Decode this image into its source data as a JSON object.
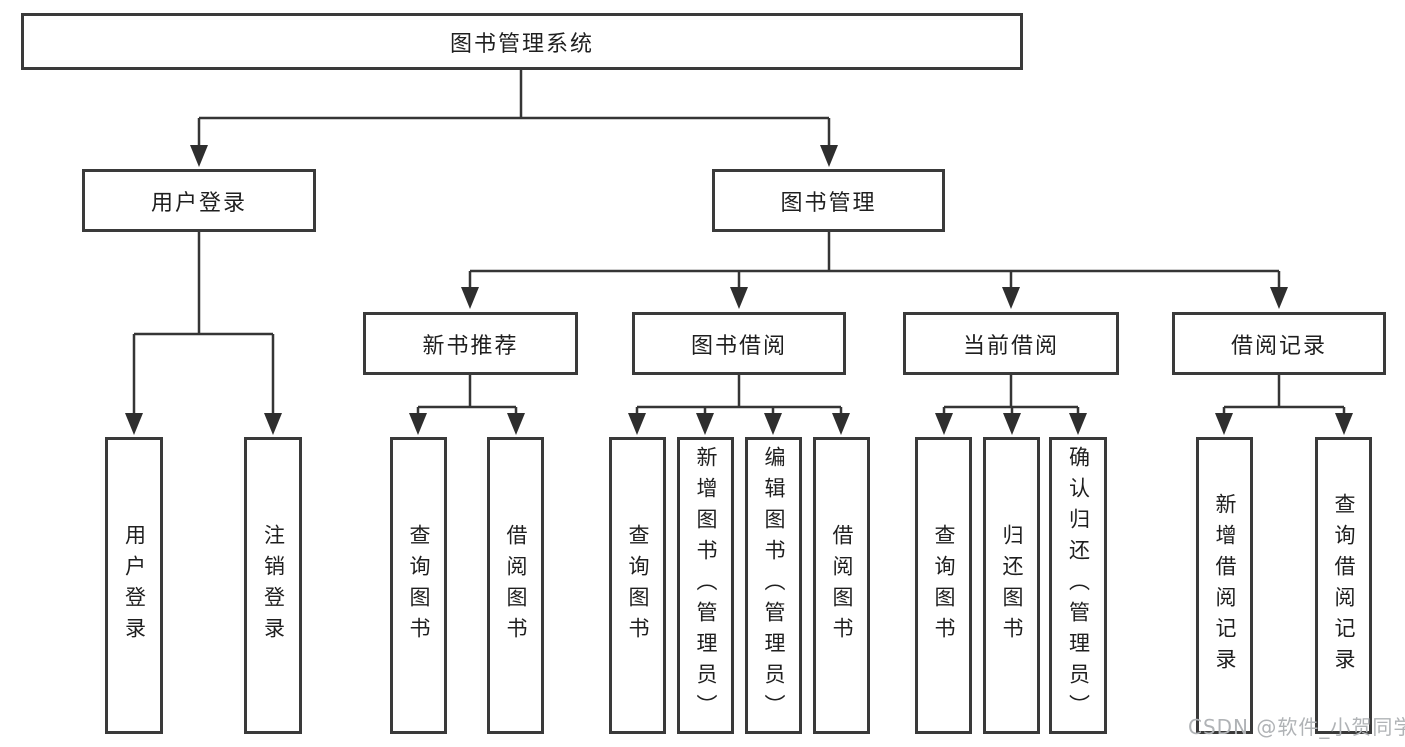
{
  "watermark": "CSDN @软件_小贺同学",
  "colors": {
    "border": "#3a3a3a",
    "line": "#353535",
    "arrow": "#2e2e2e",
    "text": "#1f1f1f",
    "watermark": "#b0b3b6",
    "background": "#ffffff"
  },
  "nodes": {
    "root": {
      "label": "图书管理系统"
    },
    "level2": [
      {
        "label": "用户登录",
        "parent": "图书管理系统"
      },
      {
        "label": "图书管理",
        "parent": "图书管理系统"
      }
    ],
    "level3": [
      {
        "label": "新书推荐",
        "parent": "图书管理"
      },
      {
        "label": "图书借阅",
        "parent": "图书管理"
      },
      {
        "label": "当前借阅",
        "parent": "图书管理"
      },
      {
        "label": "借阅记录",
        "parent": "图书管理"
      }
    ],
    "leaves": [
      {
        "label": "用户登录",
        "parent": "用户登录"
      },
      {
        "label": "注销登录",
        "parent": "用户登录"
      },
      {
        "label": "查询图书",
        "parent": "新书推荐"
      },
      {
        "label": "借阅图书",
        "parent": "新书推荐"
      },
      {
        "label": "查询图书",
        "parent": "图书借阅"
      },
      {
        "label": "新增图书（管理员）",
        "parent": "图书借阅"
      },
      {
        "label": "编辑图书（管理员）",
        "parent": "图书借阅"
      },
      {
        "label": "借阅图书",
        "parent": "图书借阅"
      },
      {
        "label": "查询图书",
        "parent": "当前借阅"
      },
      {
        "label": "归还图书",
        "parent": "当前借阅"
      },
      {
        "label": "确认归还（管理员）",
        "parent": "当前借阅"
      },
      {
        "label": "新增借阅记录",
        "parent": "借阅记录"
      },
      {
        "label": "查询借阅记录",
        "parent": "借阅记录"
      }
    ]
  }
}
